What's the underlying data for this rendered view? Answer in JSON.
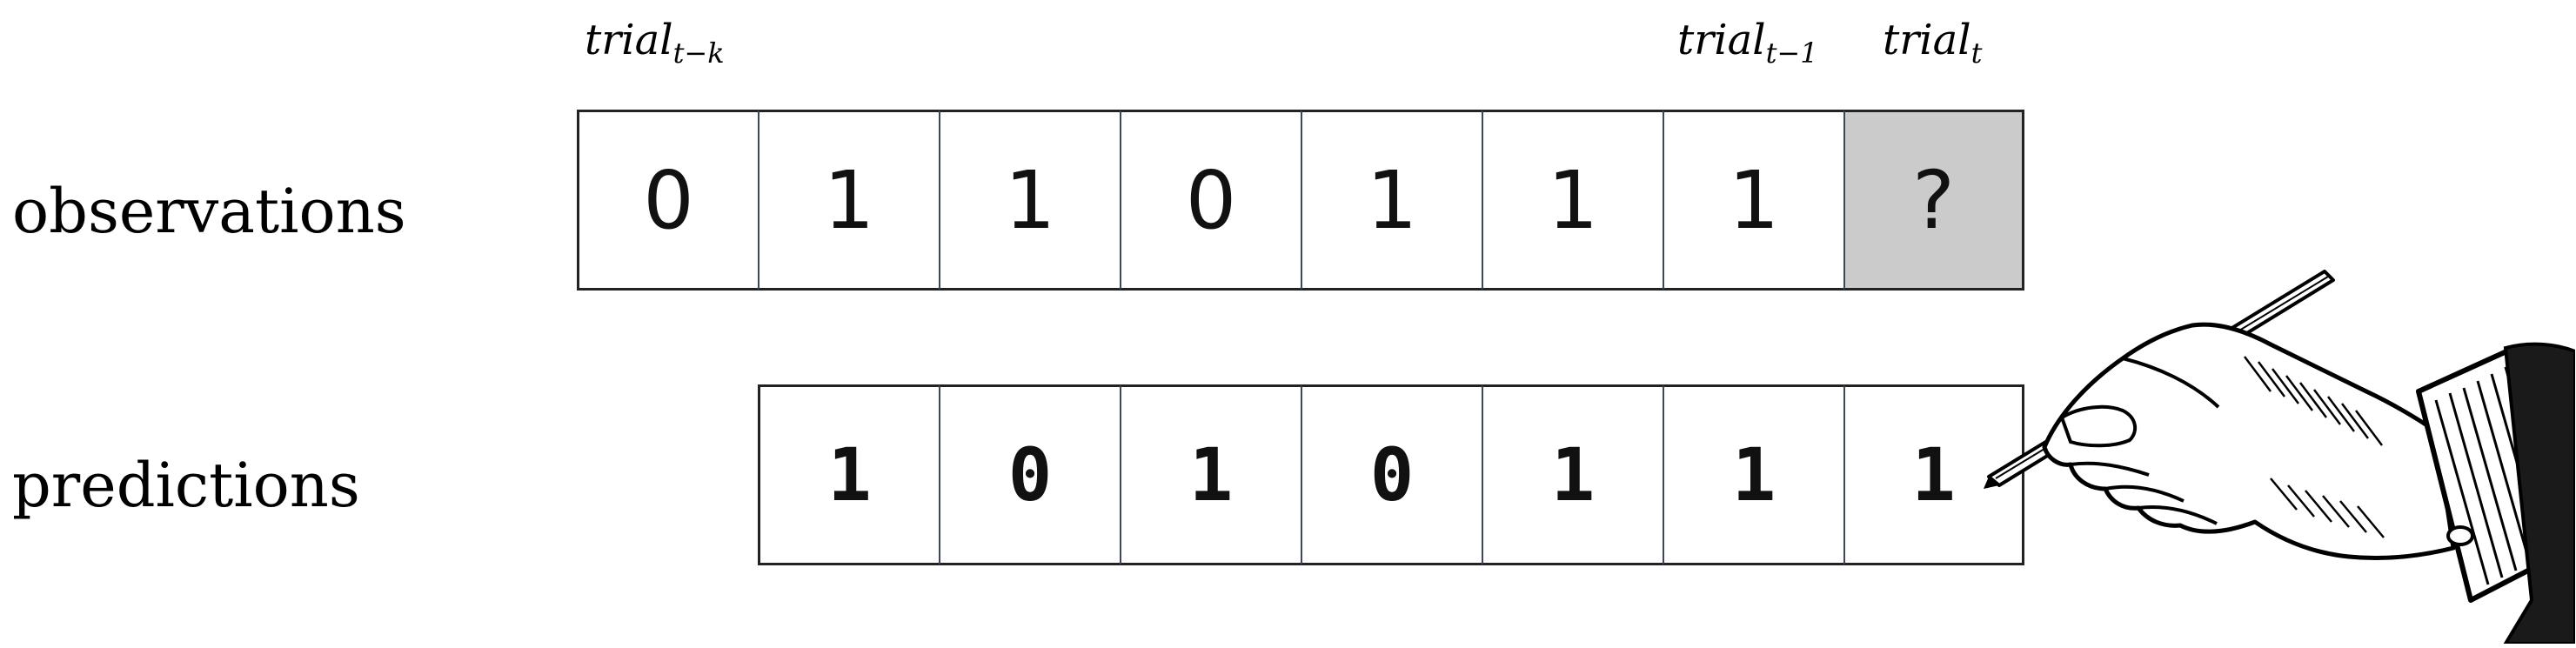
{
  "row_labels": {
    "observations": "observations",
    "predictions": "predictions"
  },
  "trial_labels": {
    "first": {
      "base": "trial",
      "sub": "t−k"
    },
    "prev": {
      "base": "trial",
      "sub": "t−1"
    },
    "curr": {
      "base": "trial",
      "sub": "t"
    }
  },
  "observations": [
    "0",
    "1",
    "1",
    "0",
    "1",
    "1",
    "1",
    "?"
  ],
  "predictions": [
    "1",
    "0",
    "1",
    "0",
    "1",
    "1",
    "1"
  ],
  "colors": {
    "unknown_cell": "#cbcbcb",
    "border": "#222222"
  },
  "illustration": "hand-writing-with-pen"
}
